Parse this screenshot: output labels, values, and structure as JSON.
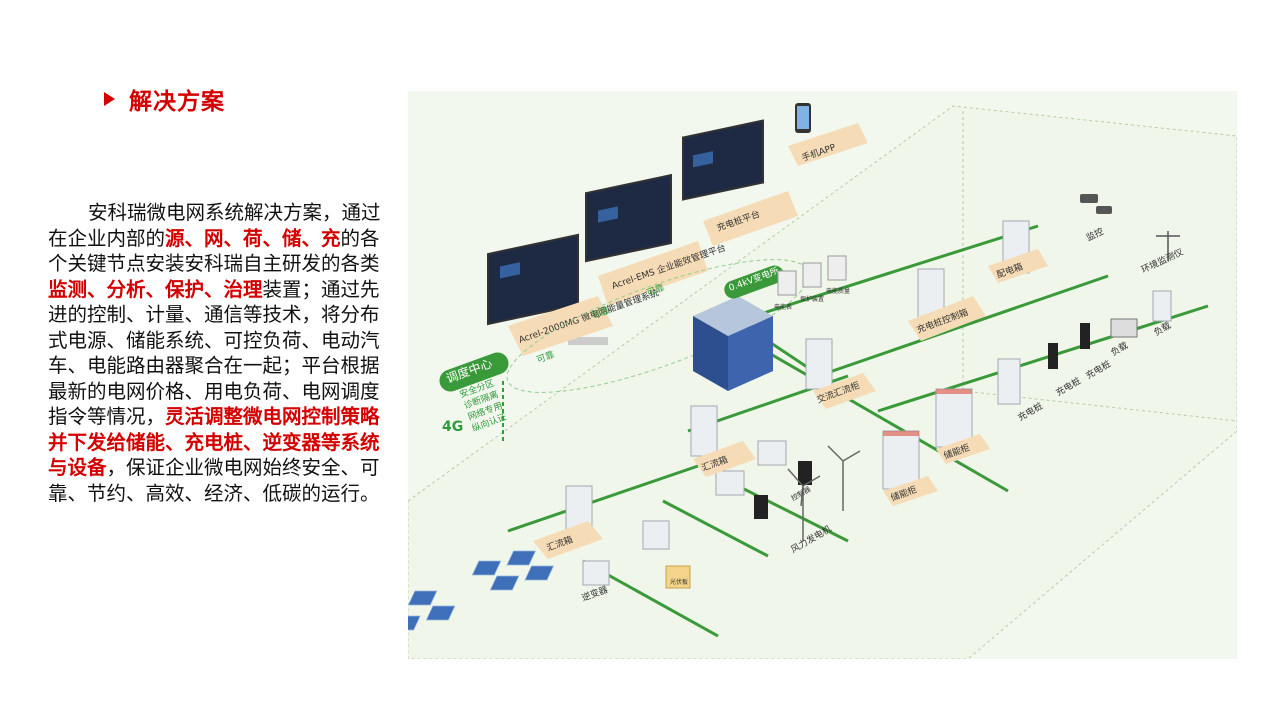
{
  "heading": {
    "title": "解决方案"
  },
  "paragraph": {
    "p1": "安科瑞微电网系统解决方案，通过在企业内部的",
    "h1": "源、网、荷、储、充",
    "p2": "的各个关键节点安装安科瑞自主研发的各类",
    "h2": "监测、分析、保护、治理",
    "p3": "装置；通过先进的控制、计量、通信等技术，将分布式电源、储能系统、可控负荷、电动汽车、电能路由器聚合在一起；平台根据最新的电网价格、用电负荷、电网调度指令等情况，",
    "h3": "灵活调整微电网控制策略并下发给储能、充电桩、逆变器等系统与设备",
    "p4": "，保证企业微电网始终安全、可靠、节约、高效、经济、低碳的运行。"
  },
  "diagram": {
    "platforms": {
      "mg": "Acrel-2000MG 微电网能量管理系统",
      "ems": "Acrel-EMS 企业能效管理平台",
      "charge_platform": "充电桩平台",
      "app": "手机APP"
    },
    "dispatch_center": "调度中心",
    "network_4g": "4G",
    "dispatch_items": [
      "安全分区",
      "诊断隔离",
      "网络专用",
      "纵向认证"
    ],
    "transformer": "0.4kV变电所",
    "devices": {
      "ac_cabinet": "交流汇流柜",
      "pv_box": "汇流箱",
      "pv_box_2": "汇流箱",
      "inverter": "逆变器",
      "controller": "控制器",
      "wind": "风力发电机",
      "storage_1": "储能柜",
      "storage_2": "储能柜",
      "charge_box": "充电桩控制箱",
      "distribution": "配电箱",
      "pile_1": "充电桩",
      "pile_2": "充电桩",
      "pile_3": "充电桩",
      "load_1": "负载",
      "load_2": "负载",
      "monitor": "监控",
      "env": "环境监测仪",
      "meters": [
        "电能表",
        "保护装置",
        "电能质量"
      ],
      "panel_box": "光伏板"
    },
    "links": [
      "可靠",
      "可靠",
      "可靠"
    ]
  }
}
